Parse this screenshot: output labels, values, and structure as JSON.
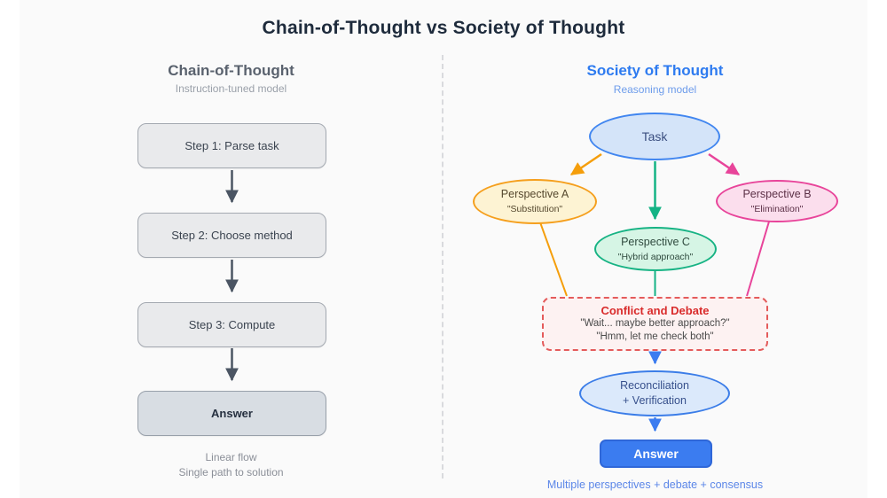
{
  "title": "Chain-of-Thought vs Society of Thought",
  "left": {
    "heading": "Chain-of-Thought",
    "subheading": "Instruction-tuned model",
    "steps": [
      "Step 1: Parse task",
      "Step 2: Choose method",
      "Step 3: Compute"
    ],
    "answer_label": "Answer",
    "caption_line1": "Linear flow",
    "caption_line2": "Single path to solution"
  },
  "right": {
    "heading": "Society of Thought",
    "subheading": "Reasoning model",
    "task_label": "Task",
    "perspectives": [
      {
        "name": "Perspective A",
        "quote": "\"Substitution\""
      },
      {
        "name": "Perspective B",
        "quote": "\"Elimination\""
      },
      {
        "name": "Perspective C",
        "quote": "\"Hybrid approach\""
      }
    ],
    "conflict": {
      "title": "Conflict and Debate",
      "line1": "\"Wait... maybe better approach?\"",
      "line2": "\"Hmm, let me check both\""
    },
    "reconciliation_line1": "Reconciliation",
    "reconciliation_line2": "+ Verification",
    "answer_label": "Answer",
    "caption": "Multiple perspectives + debate + consensus"
  },
  "colors": {
    "panel_bg": "#fafafa",
    "title_text": "#1e2b3c",
    "left_heading": "#5a626e",
    "right_accent": "#2e7bf0",
    "flow_arrow_gray": "#4b5563",
    "orange": "#f59e0b",
    "pink": "#e8489a",
    "green": "#14b385",
    "blue": "#3b7cf0",
    "conflict_red": "#d92b2b"
  }
}
